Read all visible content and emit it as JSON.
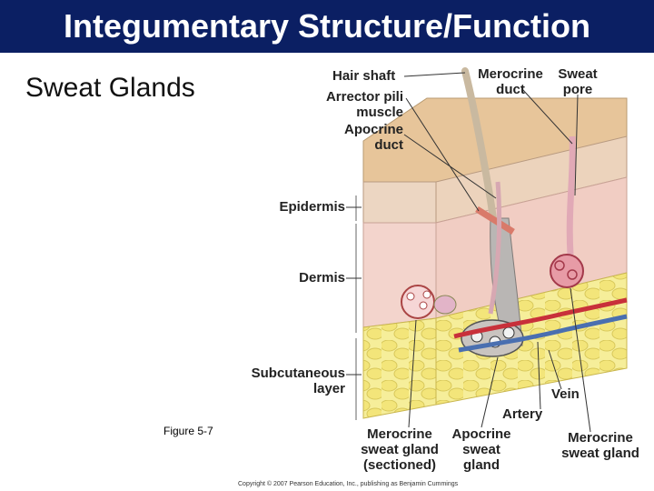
{
  "slide": {
    "title": "Integumentary Structure/Function",
    "heading": "Sweat Glands",
    "figure_caption": "Figure 5-7"
  },
  "diagram": {
    "labels": {
      "hair_shaft": "Hair shaft",
      "arrector_pili": [
        "Arrector pili",
        "muscle"
      ],
      "apocrine_duct": [
        "Apocrine",
        "duct"
      ],
      "merocrine_duct": [
        "Merocrine",
        "duct"
      ],
      "sweat_pore": [
        "Sweat",
        "pore"
      ],
      "epidermis": "Epidermis",
      "dermis": "Dermis",
      "subcutaneous": [
        "Subcutaneous",
        "layer"
      ],
      "vein": "Vein",
      "artery": "Artery",
      "merocrine_sectioned": [
        "Merocrine",
        "sweat gland",
        "(sectioned)"
      ],
      "apocrine_gland": [
        "Apocrine",
        "sweat",
        "gland"
      ],
      "merocrine_gland": [
        "Merocrine",
        "sweat gland"
      ]
    },
    "copyright": "Copyright © 2007 Pearson Education, Inc., publishing as Benjamin Cummings"
  },
  "colors": {
    "title_bar": "#0b1f63",
    "epidermis": "#e9c9a0",
    "dermis": "#f2d2c8",
    "fat": "#f3ea8a",
    "vessel_red": "#c8303a",
    "vessel_blue": "#4a6fb0"
  }
}
